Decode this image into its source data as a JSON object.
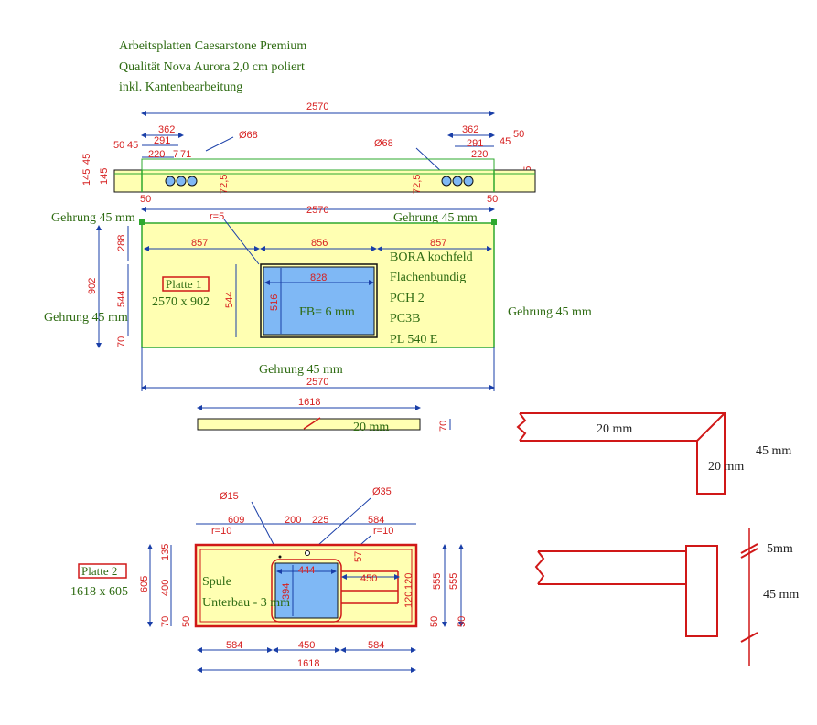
{
  "header": {
    "line1": "Arbeitsplatten Caesarstone Premium",
    "line2": "Qualität Nova Aurora 2,0 cm poliert",
    "line3": "inkl. Kantenbearbeitung"
  },
  "colors": {
    "text_green": "#2e6b12",
    "dimension_red": "#d61f1f",
    "dimension_line_blue": "#1a3fa8",
    "slab_fill": "#ffffb2",
    "sink_fill": "#7fb8f5",
    "edge_red": "#d01818"
  },
  "strip": {
    "dims": {
      "total": "2570",
      "l362": "362",
      "l291": "291",
      "l50": "50",
      "l45": "45",
      "l220": "220",
      "l7": "7",
      "l71": "71",
      "r362": "362",
      "r291": "291",
      "r220": "220",
      "r45": "45",
      "r50": "50",
      "hole_left": "Ø68",
      "hole_right": "Ø68",
      "h725_left": "72,5",
      "h725_right": "72,5",
      "left_145": "145",
      "left_45": "45",
      "left_145b": "145",
      "right_145": "145",
      "bottom50_left": "50",
      "bottom50_right": "50",
      "bottom_total": "2570"
    }
  },
  "platte1": {
    "label": "Platte 1",
    "size": "2570 x 902",
    "gehrung_top_left": "Gehrung 45 mm",
    "gehrung_top_right": "Gehrung 45 mm",
    "gehrung_left": "Gehrung 45 mm",
    "gehrung_right": "Gehrung 45 mm",
    "gehrung_bottom": "Gehrung 45 mm",
    "dims": {
      "r5": "r=5",
      "d857a": "857",
      "d856": "856",
      "d857b": "857",
      "d828": "828",
      "d516": "516",
      "d544a": "544",
      "d544b": "544",
      "d902": "902",
      "d288": "288",
      "d70": "70",
      "bottom_total": "2570"
    },
    "fb": "FB= 6 mm",
    "bora": [
      "BORA kochfeld",
      "Flachenbundig",
      "PCH 2",
      "PC3B",
      "PL 540 E"
    ]
  },
  "blende": {
    "length": "1618",
    "thickness_label": "20 mm",
    "end_dim": "70"
  },
  "profile1": {
    "top_label": "20 mm",
    "side_label": "20 mm",
    "right_label": "45 mm"
  },
  "platte2": {
    "label": "Platte 2",
    "size": "1618 x 605",
    "spule": "Spule",
    "unterbau": "Unterbau - 3 mm",
    "dims": {
      "d15": "Ø15",
      "d35": "Ø35",
      "t609": "609",
      "t200": "200",
      "t225": "225",
      "t584": "584",
      "r10a": "r=10",
      "r10b": "r=10",
      "d444": "444",
      "d450r": "450",
      "d120": "120",
      "d120b": "120",
      "d57": "57",
      "d394": "394",
      "l135": "135",
      "l400": "400",
      "l605": "605",
      "l70": "70",
      "l50": "50",
      "r555a": "555",
      "r555b": "555",
      "r50": "50",
      "b584a": "584",
      "b450": "450",
      "b584b": "584",
      "b1618": "1618"
    }
  },
  "profile2": {
    "label_5": "5mm",
    "label_45": "45 mm"
  }
}
